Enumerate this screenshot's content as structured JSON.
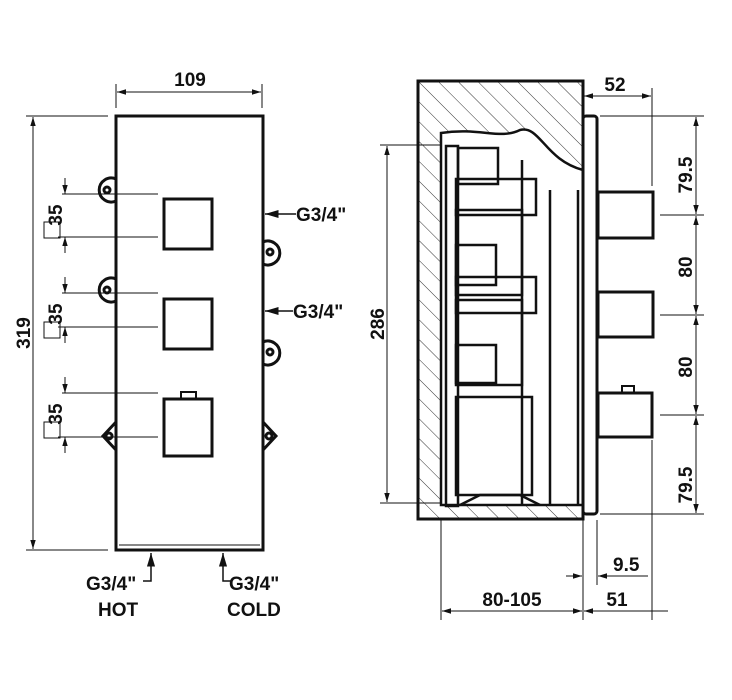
{
  "front_view": {
    "width_dim": "109",
    "height_dim": "319",
    "handle_dims": [
      "35",
      "35",
      "35"
    ],
    "inlet_right_top": "G3/4\"",
    "inlet_right_mid": "G3/4\"",
    "inlet_hot_size": "G3/4\"",
    "inlet_hot_label": "HOT",
    "inlet_cold_size": "G3/4\"",
    "inlet_cold_label": "COLD"
  },
  "side_view": {
    "body_height_dim": "286",
    "projection_dim": "52",
    "spacing_dims": [
      "79.5",
      "80",
      "80",
      "79.5"
    ],
    "plate_offset_dim": "9.5",
    "depth_dim": "80-105",
    "front_depth_dim": "51"
  },
  "colors": {
    "ink": "#111111",
    "background": "#ffffff"
  }
}
